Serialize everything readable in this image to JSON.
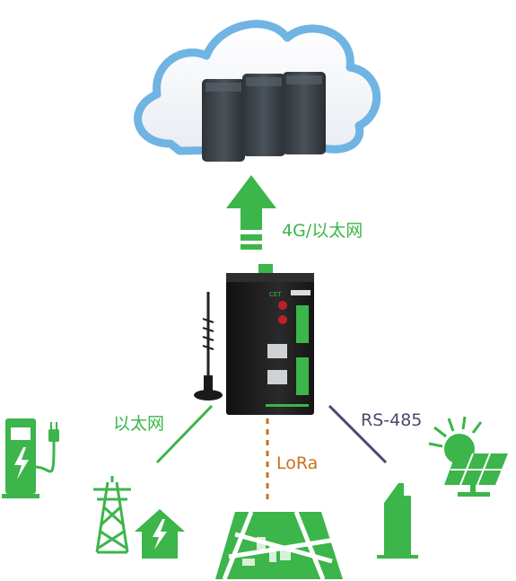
{
  "labels": {
    "uplink": "4G/以太网",
    "ethernet": "以太网",
    "lora": "LoRa",
    "rs485": "RS-485"
  },
  "device": {
    "brand": "CET"
  },
  "colors": {
    "green": "#3cb54a",
    "lora_orange": "#c9711c",
    "rs485_slate": "#4a4a70",
    "cloud_blue": "#6fb4e3",
    "server_gray": "#3a4046",
    "device_black": "#1c1c1c"
  }
}
